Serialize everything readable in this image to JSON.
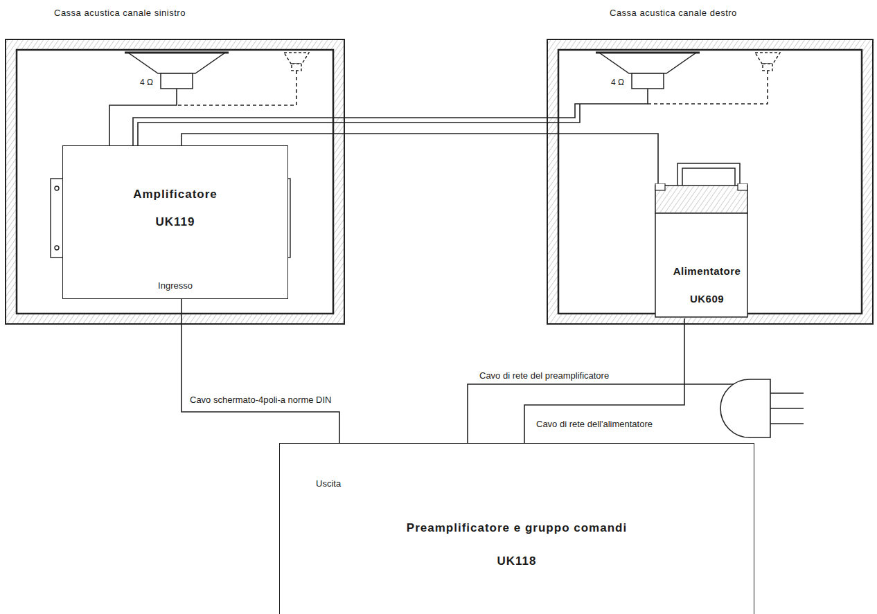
{
  "diagram": {
    "nodes": [
      {
        "text": [
          "Cassa acustica canale sinistro"
        ]
      },
      {
        "text": [
          "Amplificatore",
          "UK119",
          "Ingresso"
        ],
        "in": 0
      },
      {
        "text": [
          "Cassa acustica canale destro"
        ]
      },
      {
        "text": [
          "Alimentatore",
          "UK609"
        ],
        "in": 2
      },
      {
        "text": [
          "Uscita",
          "Preamplificatore e gruppo comandi",
          "UK118"
        ]
      }
    ],
    "edges": [
      {
        "from": 1,
        "to": 4,
        "arrow": "none",
        "label": "Cavo schermato-4poli-a norme DIN"
      },
      {
        "from": 3,
        "to": 4,
        "arrow": "none",
        "label": "Cavo di rete dell'alimentatore"
      },
      {
        "from": 1,
        "to": 3,
        "arrow": "none"
      }
    ],
    "labels": [
      "4 Ω",
      "4 Ω",
      "Cavo di rete del preamplificatore"
    ]
  }
}
